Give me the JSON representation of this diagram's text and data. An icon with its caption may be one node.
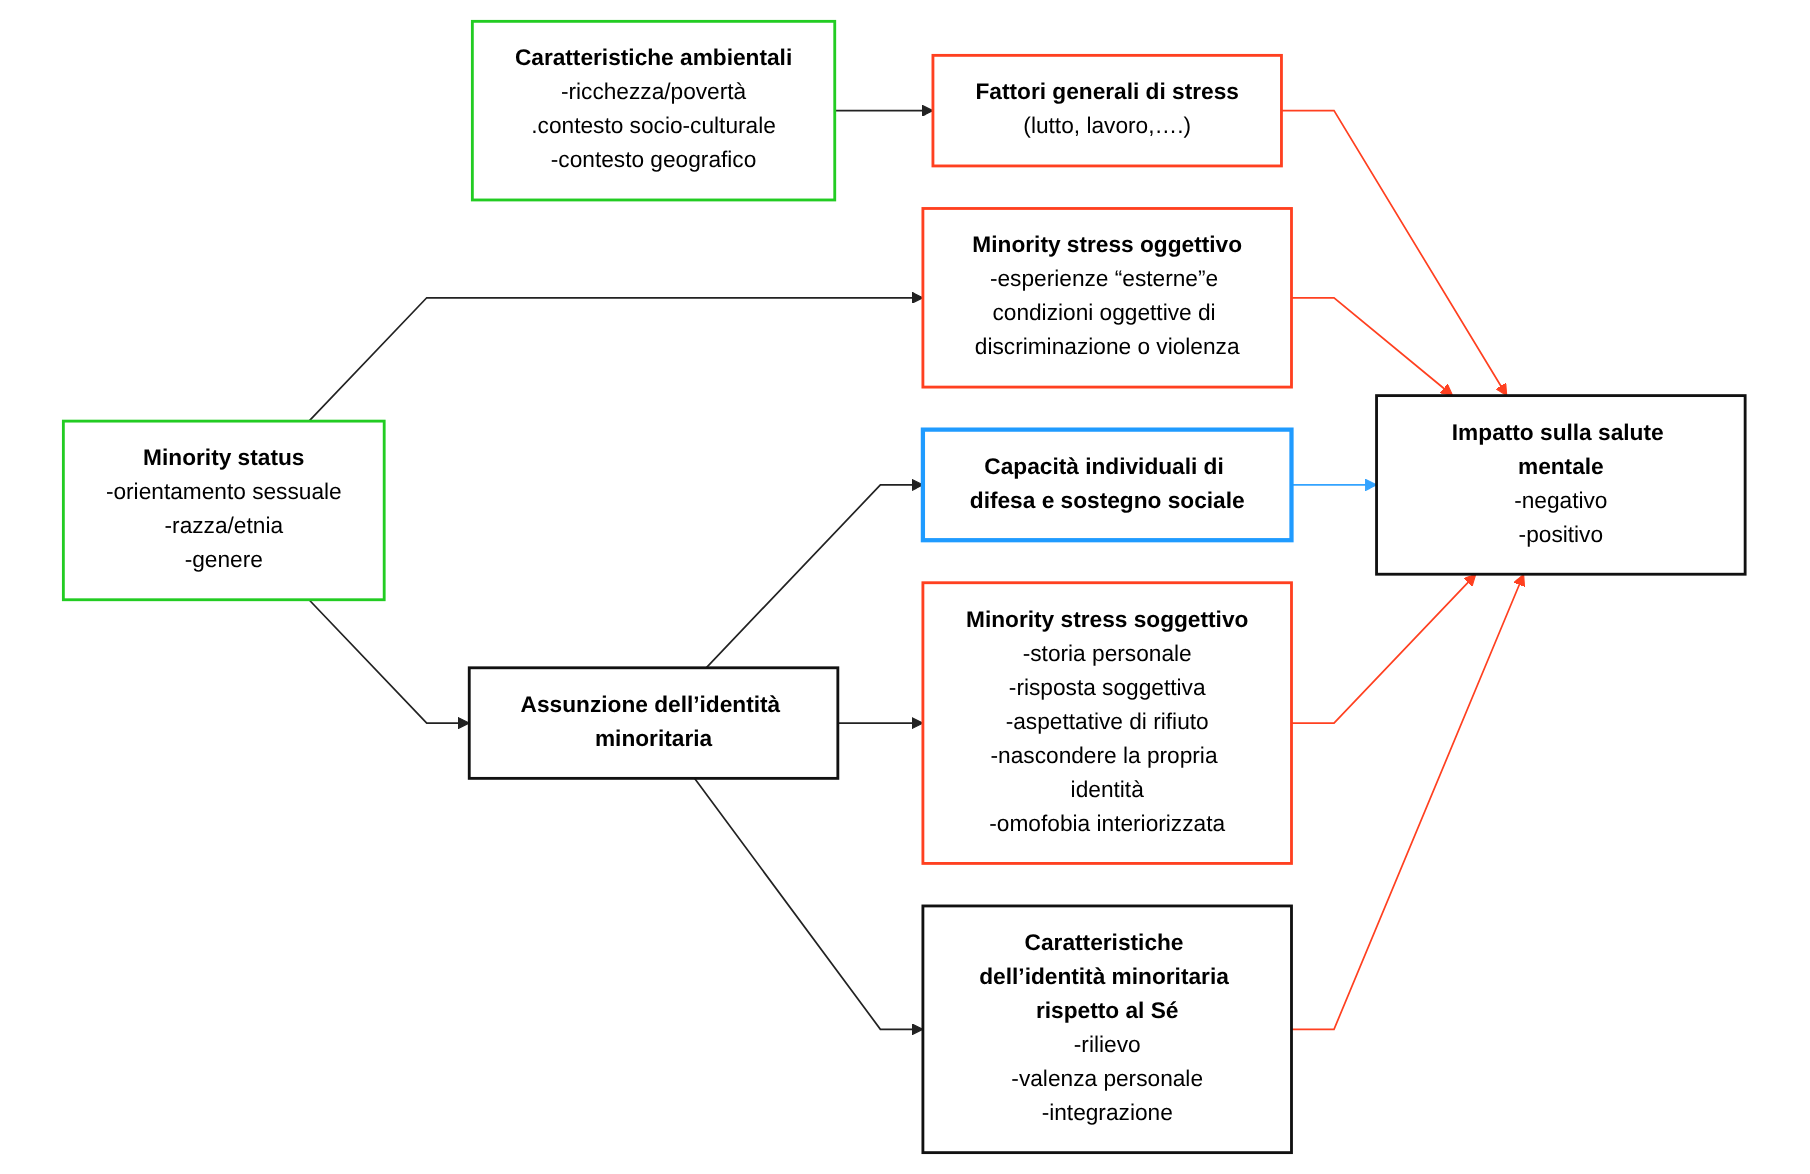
{
  "diagram": {
    "nodes": [
      {
        "text": [
          "Capacità individuali di difesa e sostegno sociale"
        ]
      },
      {
        "text": [
          "Caratteristiche ambientali",
          "-ricchezza/povertà",
          ".contesto socio-culturale",
          "-contesto geografico"
        ]
      },
      {
        "text": [
          "Minority status",
          "-orientamento sessuale",
          "-razza/etnia",
          "-genere"
        ]
      },
      {
        "text": [
          "Fattori generali di stress",
          "(lutto, lavoro,….)"
        ]
      },
      {
        "text": [
          "Minority stress oggettivo",
          "-esperienze “esterne”e condizioni oggettive di discriminazione o violenza"
        ]
      },
      {
        "text": [
          "Minority stress soggettivo",
          "-storia personale",
          "-risposta soggettiva",
          "-aspettative di rifiuto",
          "-nascondere la propria identità",
          "-omofobia interiorizzata"
        ]
      },
      {
        "text": [
          "Impatto sulla salute mentale",
          "-negativo",
          "-positivo"
        ]
      },
      {
        "text": [
          "Assunzione dell’identità minoritaria"
        ]
      },
      {
        "text": [
          "Caratteristiche dell’identità minoritaria rispetto al Sé",
          "-rilievo",
          "-valenza personale",
          "-integrazione"
        ]
      }
    ],
    "edges": [
      {
        "from": 7,
        "to": 0,
        "arrow": "to"
      },
      {
        "from": 1,
        "to": 3,
        "arrow": "to"
      },
      {
        "from": 2,
        "to": 4,
        "arrow": "to"
      },
      {
        "from": 2,
        "to": 7,
        "arrow": "to"
      },
      {
        "from": 7,
        "to": 5,
        "arrow": "to"
      },
      {
        "from": 7,
        "to": 8,
        "arrow": "to"
      },
      {
        "from": 0,
        "to": 6,
        "arrow": "to",
        "color": "#33a3ff"
      },
      {
        "from": 3,
        "to": 6,
        "arrow": "to",
        "color": "#ff4020"
      },
      {
        "from": 4,
        "to": 6,
        "arrow": "to",
        "color": "#ff4020"
      },
      {
        "from": 5,
        "to": 6,
        "arrow": "to",
        "color": "#ff4020"
      },
      {
        "from": 8,
        "to": 6,
        "arrow": "to",
        "color": "#ff4020"
      }
    ]
  }
}
